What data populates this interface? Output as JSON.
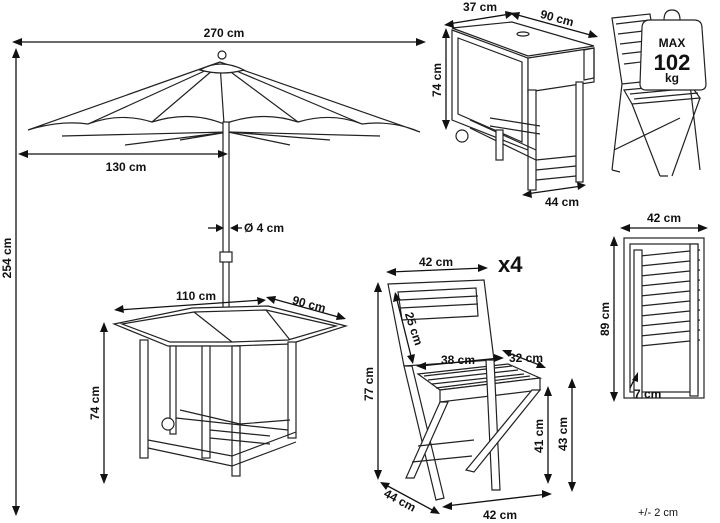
{
  "dimensions": {
    "umbrella_span": "270 cm",
    "umbrella_radius": "130 cm",
    "umbrella_height": "254 cm",
    "pole_diameter": "Ø 4 cm",
    "big_table_length": "110 cm",
    "big_table_leaf": "90 cm",
    "big_table_height": "74 cm",
    "small_table_width": "37 cm",
    "small_table_leaf": "90 cm",
    "small_table_height": "74 cm",
    "small_table_depth": "44 cm",
    "chair_top_width": "42 cm",
    "chair_backrest": "25 cm",
    "chair_seat_width": "38 cm",
    "chair_seat_depth": "32 cm",
    "chair_height": "77 cm",
    "chair_seat_height": "41 cm",
    "chair_seat_height_front": "43 cm",
    "chair_depth": "44 cm",
    "chair_bottom_width": "42 cm",
    "folded_width": "42 cm",
    "folded_height": "89 cm",
    "folded_thickness": "7 cm"
  },
  "quantity": "x4",
  "weight_badge": {
    "line1": "MAX",
    "line2": "102",
    "line3": "kg"
  },
  "tolerance": "+/- 2 cm"
}
